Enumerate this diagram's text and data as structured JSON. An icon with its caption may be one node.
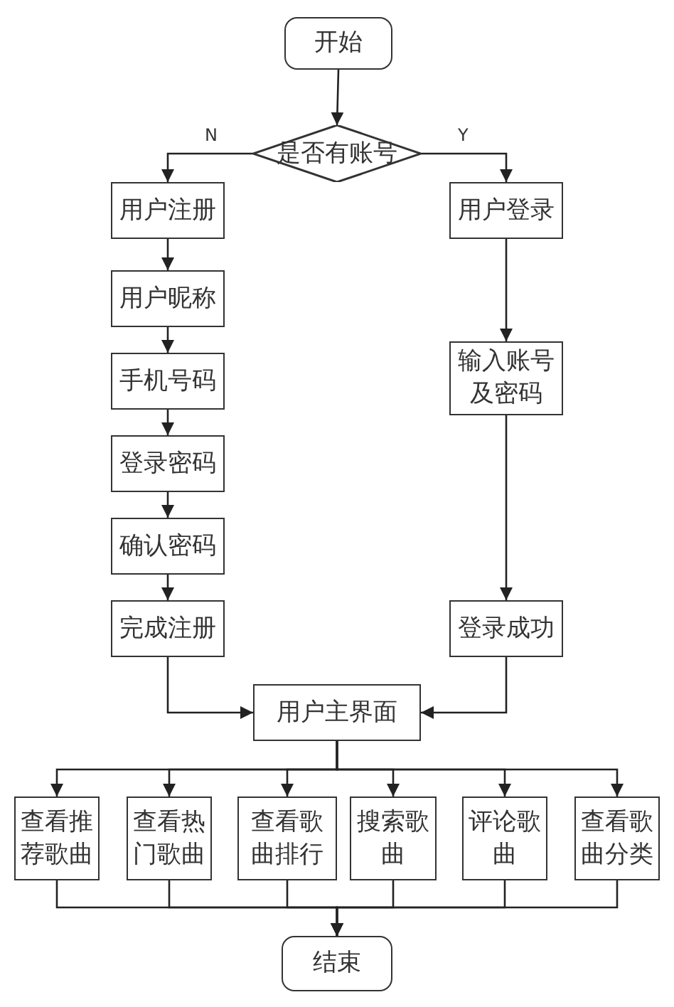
{
  "diagram": {
    "nodes": [
      {
        "text": [
          "开始"
        ]
      },
      {
        "text": [
          "是否有账号"
        ]
      },
      {
        "text": [
          "用户注册"
        ]
      },
      {
        "text": [
          "用户昵称"
        ]
      },
      {
        "text": [
          "手机号码"
        ]
      },
      {
        "text": [
          "登录密码"
        ]
      },
      {
        "text": [
          "确认密码"
        ]
      },
      {
        "text": [
          "完成注册"
        ]
      },
      {
        "text": [
          "用户登录"
        ]
      },
      {
        "text": [
          "输入账号及密码"
        ]
      },
      {
        "text": [
          "登录成功"
        ]
      },
      {
        "text": [
          "用户主界面"
        ]
      },
      {
        "text": [
          "查看推荐歌曲"
        ]
      },
      {
        "text": [
          "查看热门歌曲"
        ]
      },
      {
        "text": [
          "查看歌曲排行"
        ]
      },
      {
        "text": [
          "搜索歌曲"
        ]
      },
      {
        "text": [
          "评论歌曲"
        ]
      },
      {
        "text": [
          "查看歌曲分类"
        ]
      },
      {
        "text": [
          "结束"
        ]
      }
    ],
    "edges": [
      {
        "from": 0,
        "to": 1,
        "arrow": "to"
      },
      {
        "from": 1,
        "to": 2,
        "arrow": "to",
        "label": "N"
      },
      {
        "from": 1,
        "to": 8,
        "arrow": "to",
        "label": "Y"
      },
      {
        "from": 2,
        "to": 3,
        "arrow": "to"
      },
      {
        "from": 3,
        "to": 4,
        "arrow": "to"
      },
      {
        "from": 4,
        "to": 5,
        "arrow": "to"
      },
      {
        "from": 5,
        "to": 6,
        "arrow": "to"
      },
      {
        "from": 6,
        "to": 7,
        "arrow": "to"
      },
      {
        "from": 8,
        "to": 9,
        "arrow": "to"
      },
      {
        "from": 9,
        "to": 10,
        "arrow": "to"
      },
      {
        "from": 7,
        "to": 11,
        "arrow": "to"
      },
      {
        "from": 10,
        "to": 11,
        "arrow": "to"
      },
      {
        "from": 11,
        "to": 12,
        "arrow": "to"
      },
      {
        "from": 11,
        "to": 13,
        "arrow": "to"
      },
      {
        "from": 11,
        "to": 14,
        "arrow": "to"
      },
      {
        "from": 11,
        "to": 15,
        "arrow": "to"
      },
      {
        "from": 11,
        "to": 16,
        "arrow": "to"
      },
      {
        "from": 11,
        "to": 17,
        "arrow": "to"
      },
      {
        "from": 12,
        "to": 18,
        "arrow": "to"
      },
      {
        "from": 13,
        "to": 18,
        "arrow": "to"
      },
      {
        "from": 14,
        "to": 18,
        "arrow": "to"
      },
      {
        "from": 15,
        "to": 18,
        "arrow": "to"
      },
      {
        "from": 16,
        "to": 18,
        "arrow": "to"
      },
      {
        "from": 17,
        "to": 18,
        "arrow": "to"
      }
    ]
  }
}
